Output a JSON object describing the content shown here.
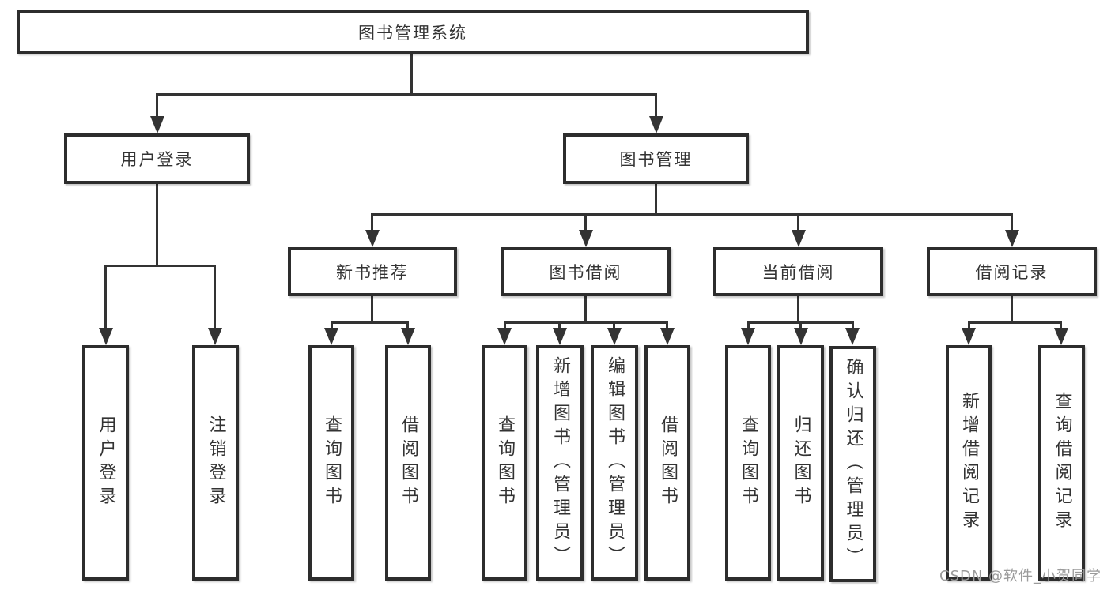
{
  "diagram": {
    "title_node": "图书管理系统",
    "root": {
      "label": "图书管理系统"
    },
    "branches": [
      {
        "label": "用户登录",
        "children": [
          {
            "label": "用户登录"
          },
          {
            "label": "注销登录"
          }
        ]
      },
      {
        "label": "图书管理",
        "children": [
          {
            "label": "新书推荐",
            "children": [
              {
                "label": "查询图书"
              },
              {
                "label": "借阅图书"
              }
            ]
          },
          {
            "label": "图书借阅",
            "children": [
              {
                "label": "查询图书"
              },
              {
                "label": "新增图书（管理员）"
              },
              {
                "label": "编辑图书（管理员）"
              },
              {
                "label": "借阅图书"
              }
            ]
          },
          {
            "label": "当前借阅",
            "children": [
              {
                "label": "查询图书"
              },
              {
                "label": "归还图书"
              },
              {
                "label": "确认归还（管理员）"
              }
            ]
          },
          {
            "label": "借阅记录",
            "children": [
              {
                "label": "新增借阅记录"
              },
              {
                "label": "查询借阅记录"
              }
            ]
          }
        ]
      }
    ]
  },
  "watermark": {
    "text": "CSDN @软件_小贺同学"
  },
  "colors": {
    "line": "#333333",
    "box_border": "#2d2d2d",
    "text": "#333333",
    "background": "#ffffff",
    "watermark": "#9b9b9b"
  }
}
